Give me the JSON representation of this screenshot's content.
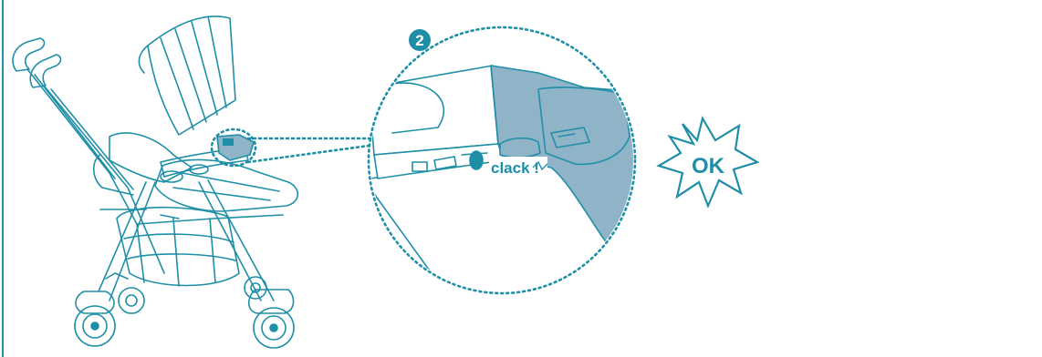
{
  "colors": {
    "line": "#1f8fa8",
    "fill": "#8fb4c8",
    "badge": "#1f8fa8",
    "white": "#ffffff"
  },
  "figure": {
    "step_number": "2",
    "sound_label": "clack !",
    "result_label": "OK"
  },
  "icons": [
    "stroller-illustration",
    "magnifier-circle",
    "step-badge",
    "ok-starburst"
  ]
}
